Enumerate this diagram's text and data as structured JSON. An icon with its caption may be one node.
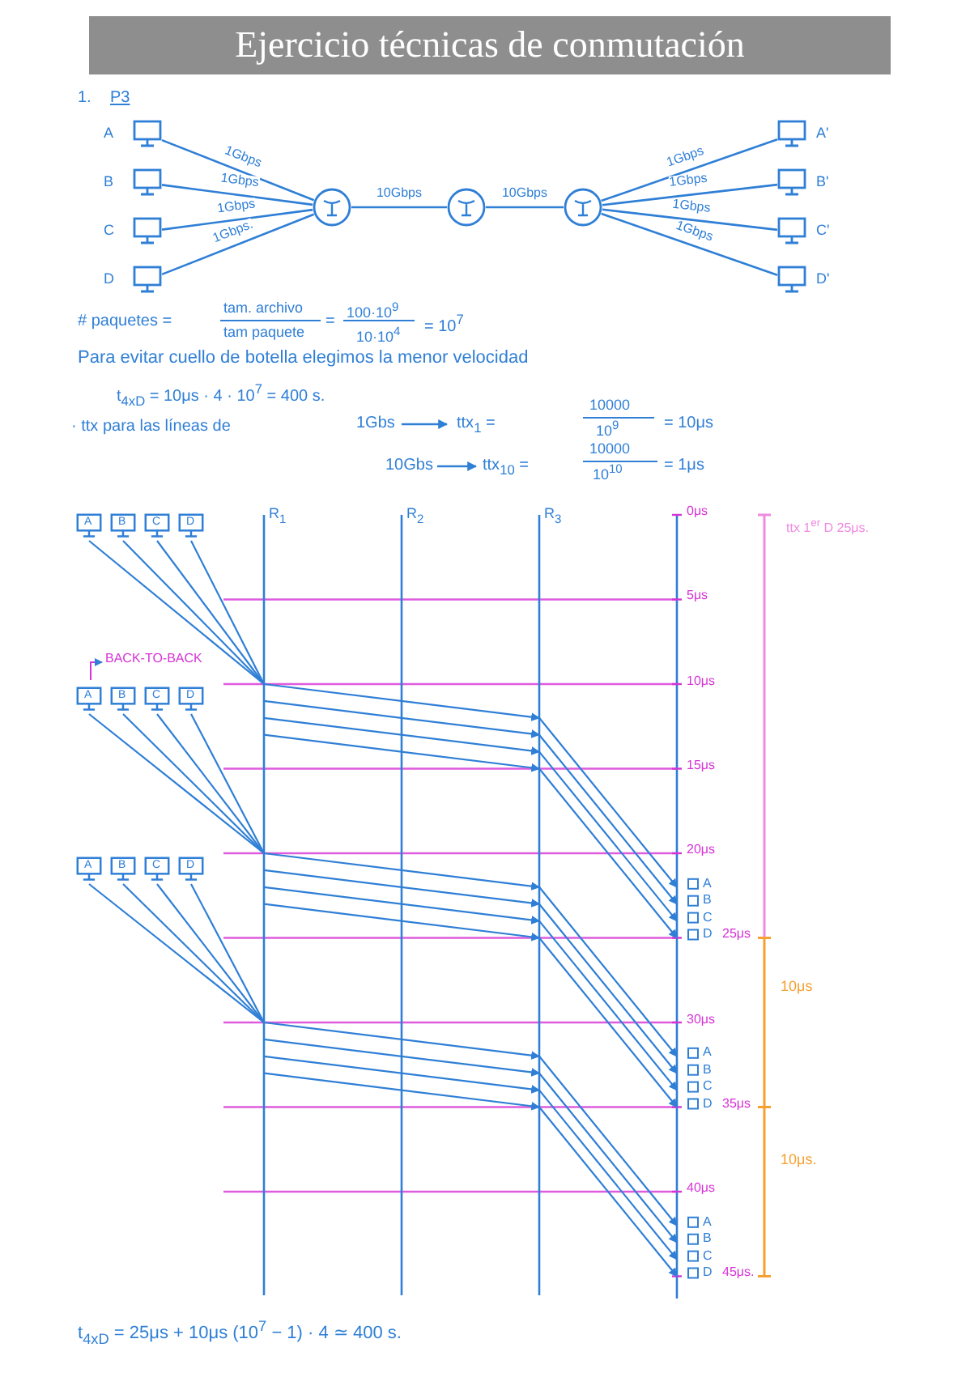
{
  "diagram": {
    "title": "Ejercicio técnicas de conmutación",
    "nodes": [
      {
        "text": [
          "A"
        ]
      },
      {
        "text": [
          "B"
        ]
      },
      {
        "text": [
          "C"
        ]
      },
      {
        "text": [
          "D"
        ]
      },
      {
        "text": [],
        "shape": "circle"
      },
      {
        "text": [],
        "shape": "circle"
      },
      {
        "text": [],
        "shape": "circle"
      },
      {
        "text": [
          "A'"
        ]
      },
      {
        "text": [
          "B'"
        ]
      },
      {
        "text": [
          "C'"
        ]
      },
      {
        "text": [
          "D'"
        ]
      }
    ],
    "edges": [
      {
        "from": 0,
        "to": 4,
        "arrow": "none",
        "label": "1Gbps"
      },
      {
        "from": 1,
        "to": 4,
        "arrow": "none",
        "label": "1Gbps"
      },
      {
        "from": 2,
        "to": 4,
        "arrow": "none",
        "label": "1Gbps"
      },
      {
        "from": 3,
        "to": 4,
        "arrow": "none",
        "label": "1Gbps."
      },
      {
        "from": 4,
        "to": 5,
        "arrow": "none",
        "label": "10Gbps"
      },
      {
        "from": 5,
        "to": 6,
        "arrow": "none",
        "label": "10Gbps"
      },
      {
        "from": 6,
        "to": 7,
        "arrow": "none",
        "label": "1Gbps"
      },
      {
        "from": 6,
        "to": 8,
        "arrow": "none",
        "label": "1Gbps"
      },
      {
        "from": 6,
        "to": 9,
        "arrow": "none",
        "label": "1Gbps"
      },
      {
        "from": 6,
        "to": 10,
        "arrow": "none",
        "label": "1Gbps"
      }
    ],
    "labels": [
      "1.",
      "P3",
      "# paquetes =",
      "tam. archivo",
      "tam paquete",
      "=",
      "100·10$^{9}$",
      "10·10$^{4}$",
      "= 10$^{7}$",
      "Para evitar cuello de botella elegimos la menor velocidad",
      "t$_{4xD}$ = 10μs · 4 · 10$^{7}$ = 400 s.",
      "· ttx para las líneas de",
      "1Gbs",
      "ttx$_{1}$ =",
      "10000",
      "10$^{9}$",
      "= 10μs",
      "10Gbs",
      "ttx$_{10}$ =",
      "10000",
      "10$^{10}$",
      "= 1μs",
      "R$_{1}$",
      "R$_{2}$",
      "R$_{3}$",
      "0μs",
      "ttx 1$^{er}$ D 25μs.",
      "5μs",
      "BACK-TO-BACK",
      "10μs",
      "15μs",
      "20μs",
      "25μs",
      "10μs",
      "30μs",
      "35μs",
      "40μs",
      "10μs.",
      "45μs.",
      "t$_{4xD}$ = 25μs + 10μs (10$^{7}$ − 1) · 4 ≃ 400 s.",
      "A",
      "B",
      "C",
      "D",
      "A",
      "B",
      "C",
      "D",
      "A",
      "B",
      "C",
      "D",
      "A",
      "B",
      "C",
      "D",
      "A",
      "B",
      "C",
      "D",
      "A",
      "B",
      "C",
      "D"
    ]
  }
}
